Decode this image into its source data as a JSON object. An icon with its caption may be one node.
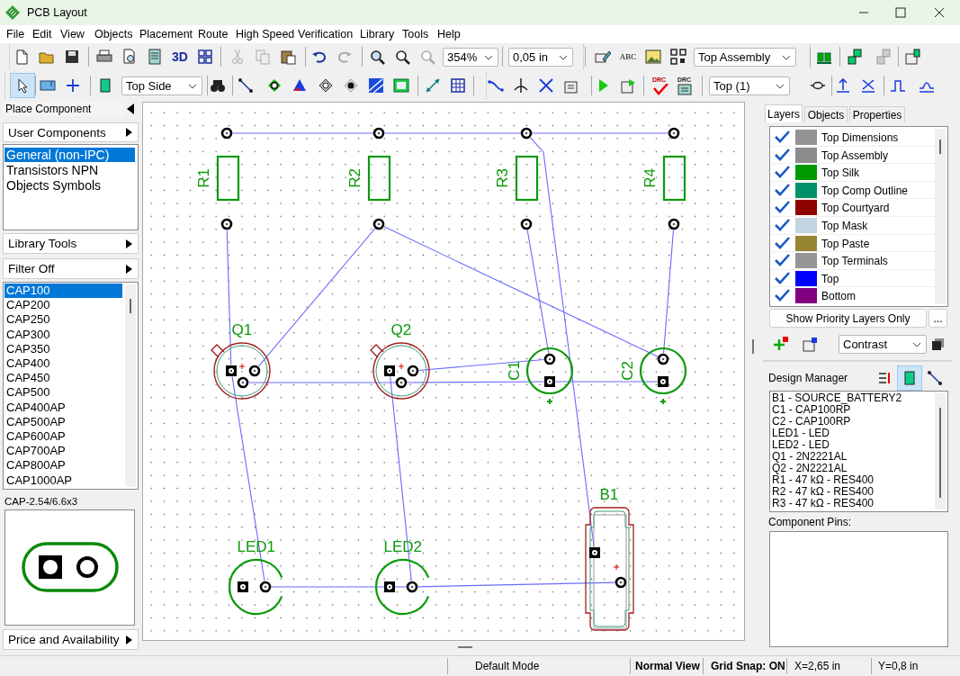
{
  "diagram": {
    "nodes": [
      {
        "text": [],
        "shape": "circle"
      },
      {
        "text": [],
        "shape": "circle"
      },
      {
        "text": [],
        "shape": "circle"
      },
      {
        "text": [],
        "shape": "circle"
      },
      {
        "text": [
          "R1"
        ]
      },
      {
        "text": [
          "R2"
        ]
      },
      {
        "text": [
          "R3"
        ]
      },
      {
        "text": [
          "R4"
        ]
      },
      {
        "text": [],
        "shape": "circle"
      },
      {
        "text": [],
        "shape": "circle"
      },
      {
        "text": [],
        "shape": "circle"
      },
      {
        "text": [],
        "shape": "circle"
      },
      {
        "text": [
          "Q1"
        ]
      },
      {
        "text": [],
        "shape": "box",
        "in": 12
      },
      {
        "text": [],
        "shape": "circle",
        "in": 12
      },
      {
        "text": [],
        "shape": "circle",
        "in": 12
      },
      {
        "text": [
          "Q2"
        ]
      },
      {
        "text": [],
        "shape": "box",
        "in": 16
      },
      {
        "text": [],
        "shape": "circle",
        "in": 16
      },
      {
        "text": [],
        "shape": "circle",
        "in": 16
      },
      {
        "text": [
          "C1"
        ]
      },
      {
        "text": [],
        "shape": "circle",
        "in": 20
      },
      {
        "text": [],
        "shape": "box",
        "in": 20
      },
      {
        "text": [
          "C2"
        ]
      },
      {
        "text": [],
        "shape": "circle",
        "in": 23
      },
      {
        "text": [],
        "shape": "box",
        "in": 23
      },
      {
        "text": [
          "B1"
        ]
      },
      {
        "text": [],
        "shape": "box",
        "in": 26
      },
      {
        "text": [],
        "shape": "circle",
        "in": 26
      },
      {
        "text": [
          "LED1"
        ]
      },
      {
        "text": [],
        "shape": "box",
        "in": 29
      },
      {
        "text": [],
        "shape": "circle",
        "in": 29
      },
      {
        "text": [
          "LED2"
        ]
      },
      {
        "text": [],
        "shape": "box",
        "in": 32
      },
      {
        "text": [],
        "shape": "circle",
        "in": 32
      },
      {
        "text": [
          "Component Pins:"
        ]
      }
    ],
    "edges": [
      {
        "from": 0,
        "to": 1,
        "arrow": "none"
      },
      {
        "from": 1,
        "to": 2,
        "arrow": "none"
      },
      {
        "from": 2,
        "to": 3,
        "arrow": "none"
      },
      {
        "from": 8,
        "to": 13,
        "arrow": "none"
      },
      {
        "from": 13,
        "to": 31,
        "arrow": "none"
      },
      {
        "from": 9,
        "to": 14,
        "arrow": "none"
      },
      {
        "from": 9,
        "to": 24,
        "arrow": "none"
      },
      {
        "from": 2,
        "to": 27,
        "arrow": "none"
      },
      {
        "from": 10,
        "to": 21,
        "arrow": "none"
      },
      {
        "from": 11,
        "to": 24,
        "arrow": "none"
      },
      {
        "from": 18,
        "to": 21,
        "arrow": "none"
      },
      {
        "from": 15,
        "to": 19,
        "arrow": "none"
      },
      {
        "from": 19,
        "to": 22,
        "arrow": "none"
      },
      {
        "from": 22,
        "to": 25,
        "arrow": "none"
      },
      {
        "from": 17,
        "to": 34,
        "arrow": "none"
      },
      {
        "from": 31,
        "to": 34,
        "arrow": "none"
      },
      {
        "from": 34,
        "to": 28,
        "arrow": "none"
      }
    ],
    "labels": [
      "PCB Layout",
      "File",
      "Edit",
      "View",
      "Objects",
      "Placement",
      "Route",
      "High Speed",
      "Verification",
      "Library",
      "Tools",
      "Help",
      "3D",
      "354%",
      "0,05 in",
      "ABC",
      "Top Assembly",
      "Top Side",
      "DRC",
      "DRC",
      "Top (1)",
      "Place Component",
      "User Components",
      "General (non-IPC)",
      "Transistors NPN",
      "Objects Symbols",
      "Library Tools",
      "Filter Off",
      "CAP100",
      "CAP200",
      "CAP250",
      "CAP300",
      "CAP350",
      "CAP400",
      "CAP450",
      "CAP500",
      "CAP400AP",
      "CAP500AP",
      "CAP600AP",
      "CAP700AP",
      "CAP800AP",
      "CAP1000AP",
      "CAP-2.54/6.6x3",
      "Price and Availability",
      "Layers",
      "Objects",
      "Properties",
      "Show Priority Layers Only",
      "...",
      "Contrast",
      "Design Manager",
      "B1 - SOURCE_BATTERY2",
      "C1 - CAP100RP",
      "C2 - CAP100RP",
      "LED1 - LED",
      "LED2 - LED",
      "Q1 - 2N2221AL",
      "Q2 - 2N2221AL",
      "R1 - 47 kΩ - RES400",
      "R2 - 47 kΩ - RES400",
      "R3 - 47 kΩ - RES400",
      "Default Mode",
      "Normal View",
      "Grid Snap: ON",
      "X=2,65 in",
      "Y=0,8 in"
    ],
    "legend": [
      {
        "text": "Top Dimensions",
        "color": "#939393"
      },
      {
        "text": "Top Assembly",
        "color": "#8c8c8c"
      },
      {
        "text": "Top Silk",
        "color": "#009a00"
      },
      {
        "text": "Top Comp Outline",
        "color": "#00916a"
      },
      {
        "text": "Top Courtyard",
        "color": "#8f0000"
      },
      {
        "text": "Top Mask",
        "color": "#c3d3df"
      },
      {
        "text": "Top Paste",
        "color": "#978532"
      },
      {
        "text": "Top Terminals",
        "color": "#969696"
      },
      {
        "text": "Top",
        "color": "#0000ff"
      },
      {
        "text": "Bottom",
        "color": "#800080"
      }
    ]
  }
}
